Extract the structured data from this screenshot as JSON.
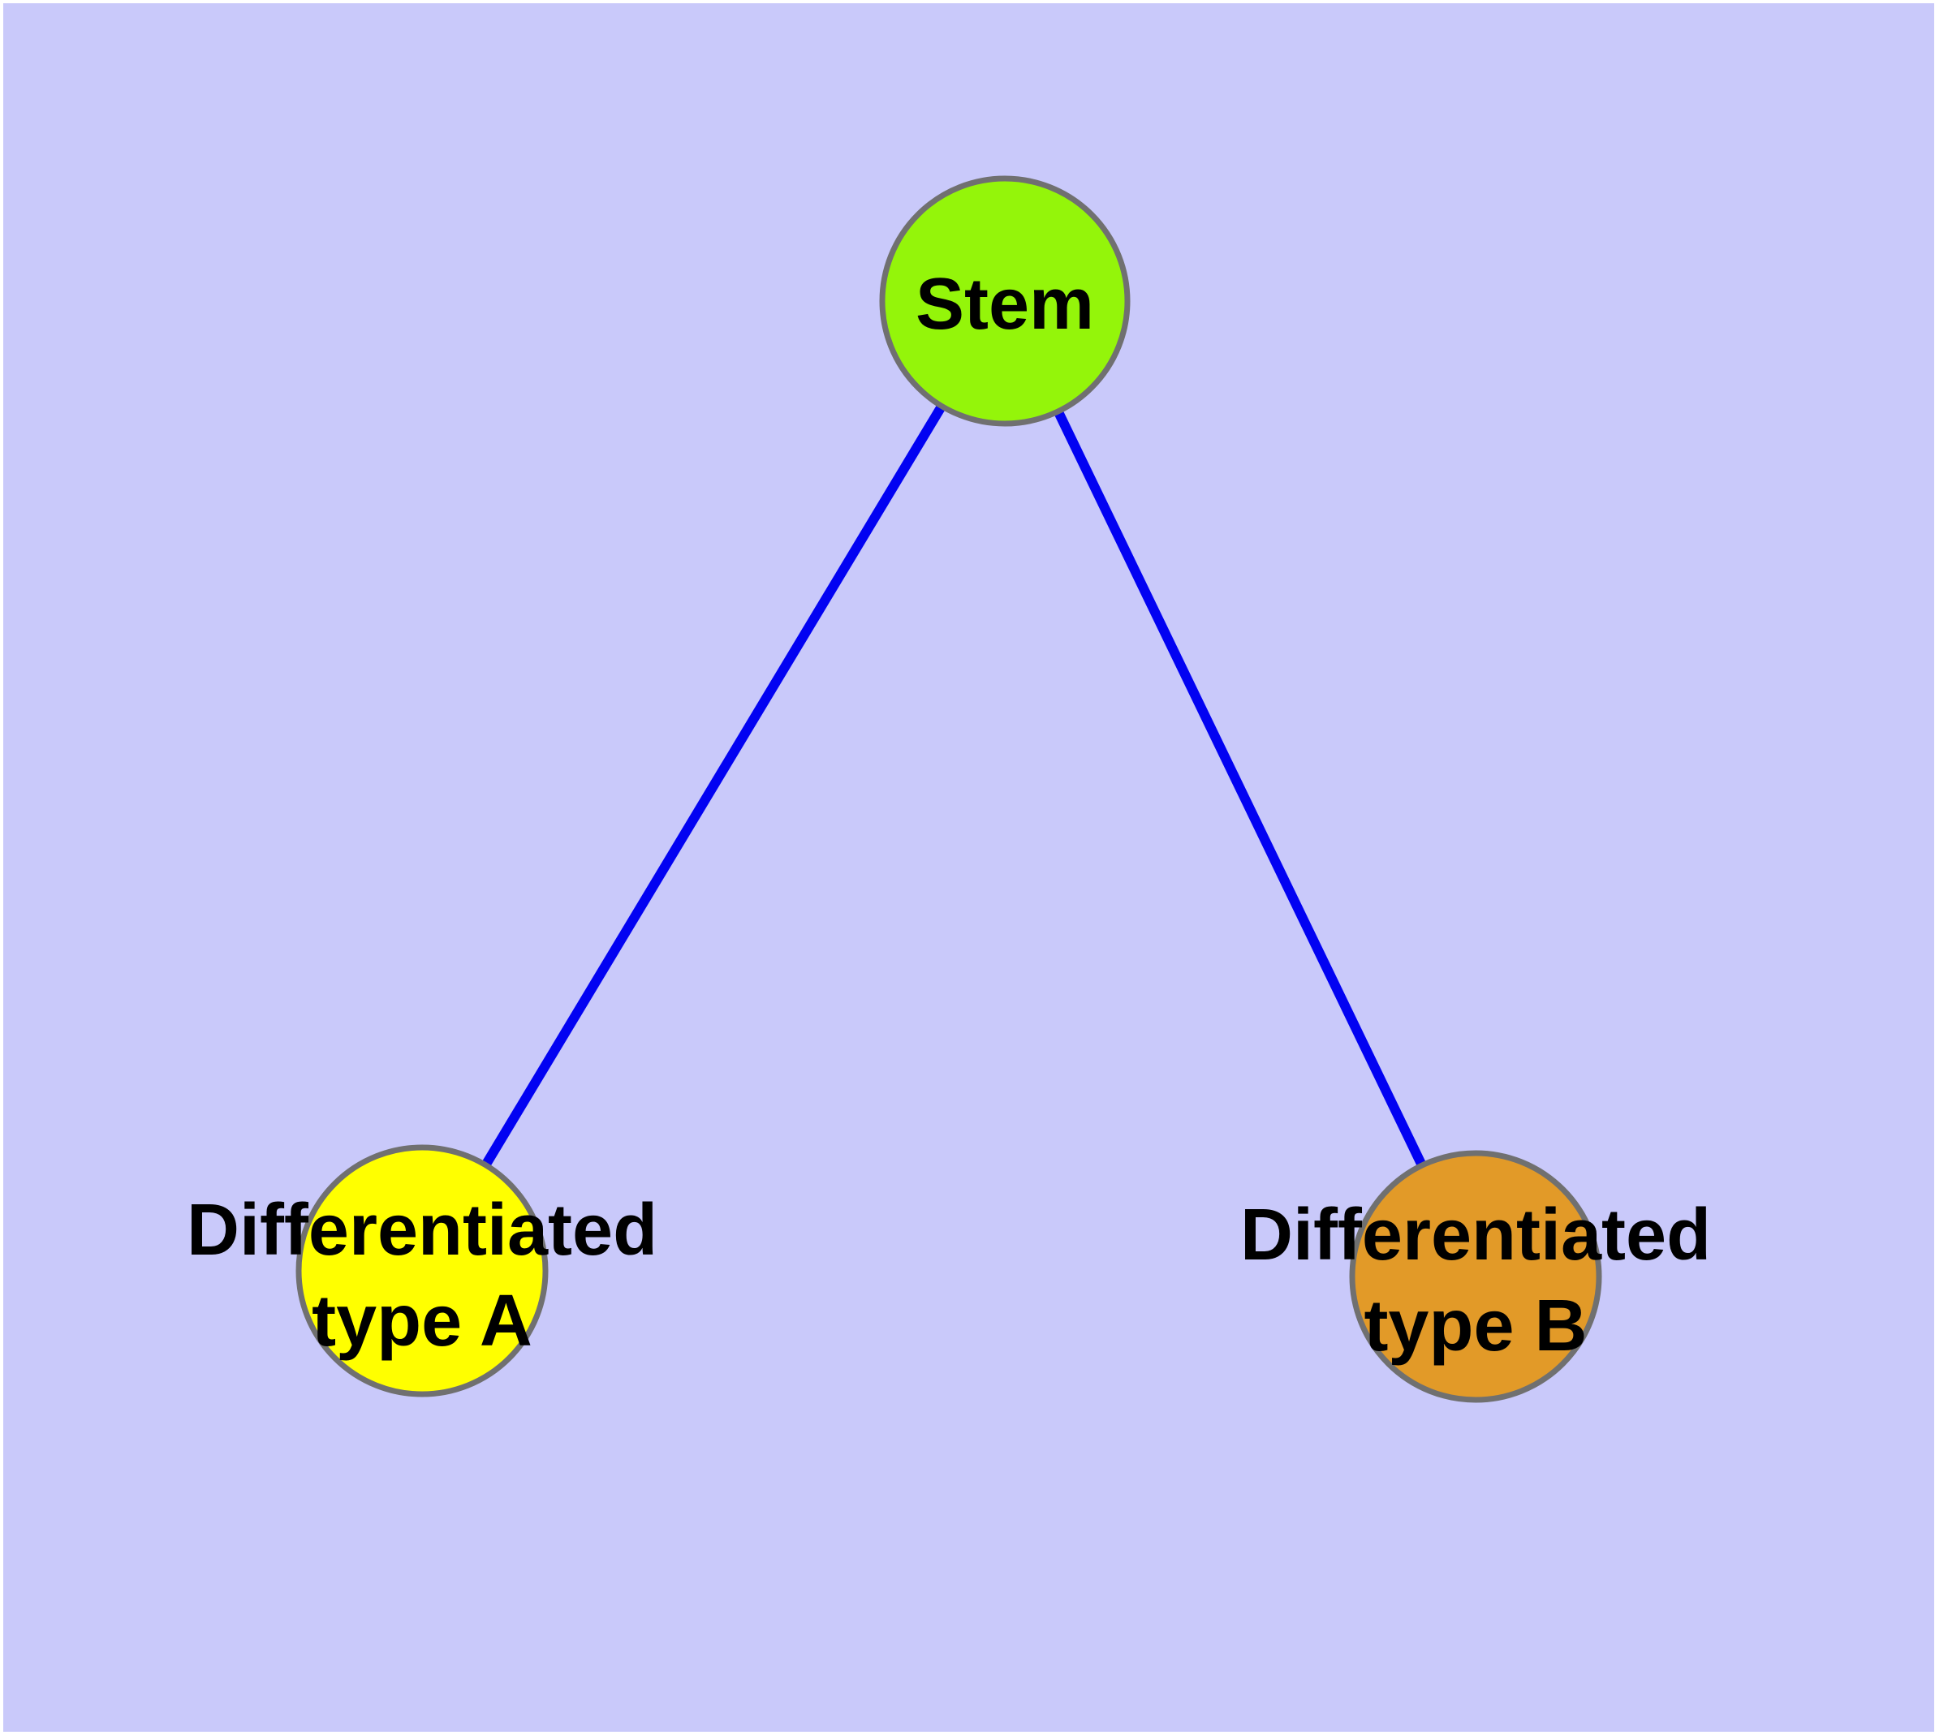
{
  "figure": {
    "type": "node-link-diagram",
    "description": "Stem cell differentiation graph: one stem node connected to two differentiated cell type nodes",
    "colors": {
      "canvas_margin": "#FFFFFF",
      "panel_background": "#C9C9FA",
      "edge": "#0202F2",
      "node_border": "#707070",
      "label_text": "#000000"
    },
    "nodes": [
      {
        "id": "stem",
        "label": "Stem",
        "lines": [
          "Stem"
        ],
        "fill": "#94F50A"
      },
      {
        "id": "differentiated-type-a",
        "label": "Differentiated type A",
        "lines": [
          "Differentiated",
          "type A"
        ],
        "fill": "#FFFF00"
      },
      {
        "id": "differentiated-type-b",
        "label": "Differentiated type B",
        "lines": [
          "Differentiated",
          "type B"
        ],
        "fill": "#E29A28"
      }
    ],
    "edges": [
      {
        "from": "Stem",
        "to": "Differentiated type A"
      },
      {
        "from": "Stem",
        "to": "Differentiated type B"
      }
    ]
  }
}
